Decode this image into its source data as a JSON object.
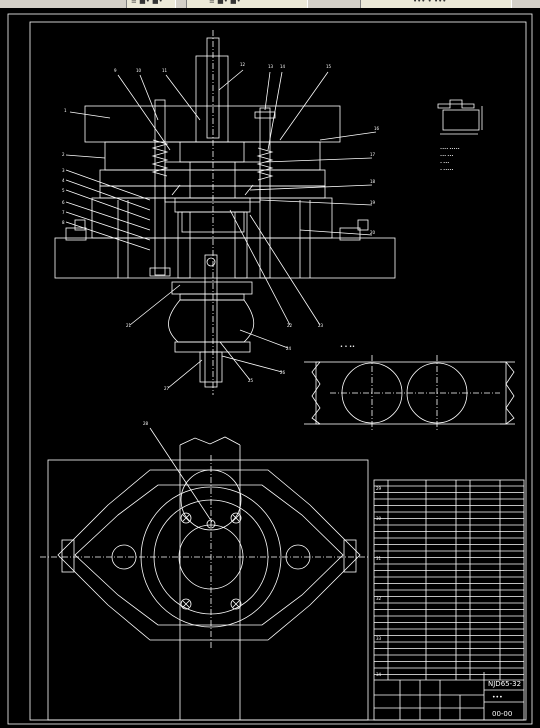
{
  "window": {
    "tab1_label": "≡ ■• ■•",
    "tab2_label": "••• • •••"
  },
  "drawing": {
    "part_callouts": [
      "1",
      "2",
      "3",
      "4",
      "5",
      "6",
      "7",
      "8",
      "9",
      "10",
      "11",
      "12",
      "13",
      "14",
      "15",
      "16",
      "17",
      "18",
      "19",
      "20",
      "21",
      "22",
      "23",
      "24",
      "25",
      "26",
      "27",
      "28",
      "29",
      "30",
      "31",
      "32",
      "33",
      "34"
    ],
    "section_label": "• • ••",
    "tech_notes": [
      "•••• •••••",
      "••• •••",
      "• •••",
      "• •••••"
    ]
  },
  "title_block": {
    "drawing_number": "NJD65-32",
    "drawing_name": "•••",
    "code": "00-00"
  },
  "colors": {
    "background": "#000000",
    "line": "#ffffff",
    "window_chrome": "#d4d0c8"
  }
}
